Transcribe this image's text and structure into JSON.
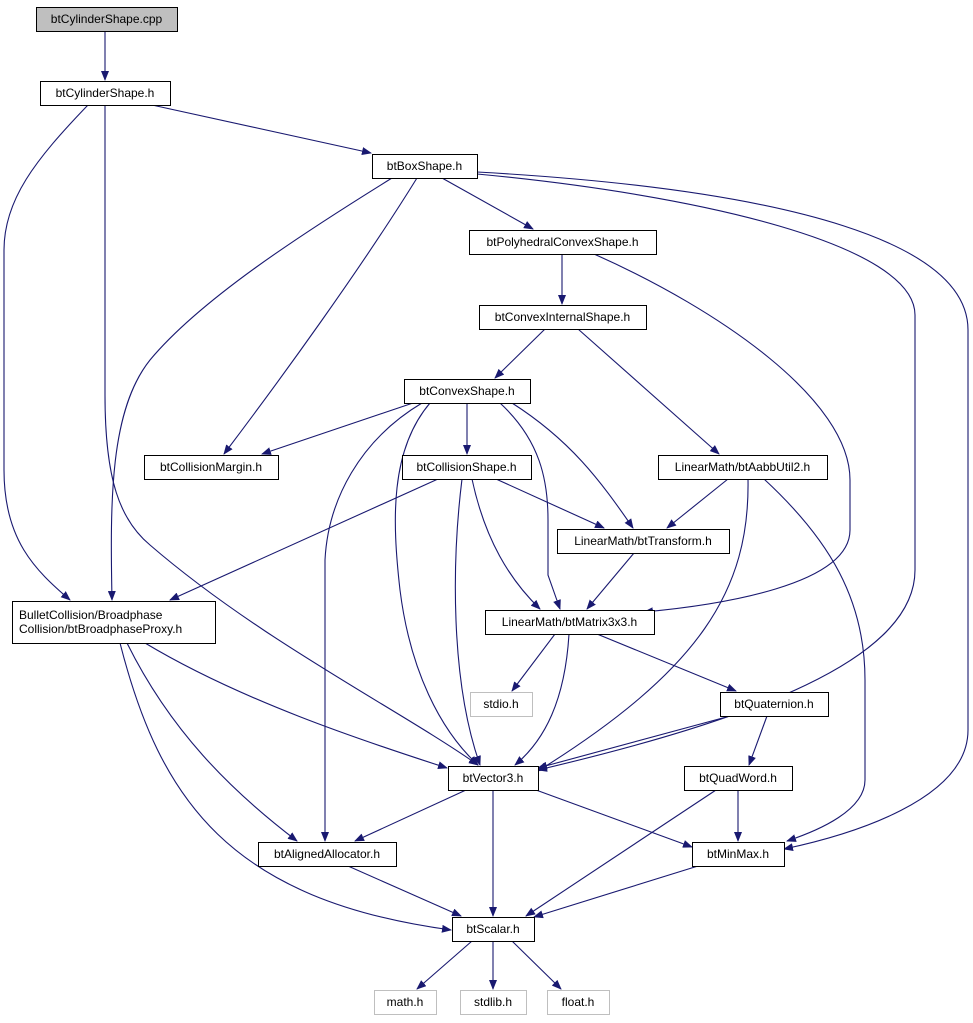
{
  "diagram": {
    "colors": {
      "edge": "#191970",
      "node_border": "#000000",
      "node_border_external": "#bfbfbf",
      "root_fill": "#bfbfbf",
      "node_fill": "#ffffff",
      "external_text": "#555555"
    },
    "nodes": [
      {
        "id": "btCylinderShape_cpp",
        "lines": [
          "btCylinderShape.cpp"
        ],
        "kind": "root"
      },
      {
        "id": "btCylinderShape_h",
        "lines": [
          "btCylinderShape.h"
        ],
        "kind": "normal"
      },
      {
        "id": "btBoxShape_h",
        "lines": [
          "btBoxShape.h"
        ],
        "kind": "normal"
      },
      {
        "id": "btPolyhedralConvexShape_h",
        "lines": [
          "btPolyhedralConvexShape.h"
        ],
        "kind": "normal"
      },
      {
        "id": "btConvexInternalShape_h",
        "lines": [
          "btConvexInternalShape.h"
        ],
        "kind": "normal"
      },
      {
        "id": "btConvexShape_h",
        "lines": [
          "btConvexShape.h"
        ],
        "kind": "normal"
      },
      {
        "id": "btCollisionMargin_h",
        "lines": [
          "btCollisionMargin.h"
        ],
        "kind": "normal"
      },
      {
        "id": "btCollisionShape_h",
        "lines": [
          "btCollisionShape.h"
        ],
        "kind": "normal"
      },
      {
        "id": "btAabbUtil2_h",
        "lines": [
          "LinearMath/btAabbUtil2.h"
        ],
        "kind": "normal"
      },
      {
        "id": "btTransform_h",
        "lines": [
          "LinearMath/btTransform.h"
        ],
        "kind": "normal"
      },
      {
        "id": "btBroadphaseProxy_h",
        "lines": [
          "BulletCollision/Broadphase",
          "Collision/btBroadphaseProxy.h"
        ],
        "kind": "normal"
      },
      {
        "id": "btMatrix3x3_h",
        "lines": [
          "LinearMath/btMatrix3x3.h"
        ],
        "kind": "normal"
      },
      {
        "id": "stdio_h",
        "lines": [
          "stdio.h"
        ],
        "kind": "external"
      },
      {
        "id": "btQuaternion_h",
        "lines": [
          "btQuaternion.h"
        ],
        "kind": "normal"
      },
      {
        "id": "btVector3_h",
        "lines": [
          "btVector3.h"
        ],
        "kind": "normal"
      },
      {
        "id": "btQuadWord_h",
        "lines": [
          "btQuadWord.h"
        ],
        "kind": "normal"
      },
      {
        "id": "btAlignedAllocator_h",
        "lines": [
          "btAlignedAllocator.h"
        ],
        "kind": "normal"
      },
      {
        "id": "btMinMax_h",
        "lines": [
          "btMinMax.h"
        ],
        "kind": "normal"
      },
      {
        "id": "btScalar_h",
        "lines": [
          "btScalar.h"
        ],
        "kind": "normal"
      },
      {
        "id": "math_h",
        "lines": [
          "math.h"
        ],
        "kind": "external"
      },
      {
        "id": "stdlib_h",
        "lines": [
          "stdlib.h"
        ],
        "kind": "external"
      },
      {
        "id": "float_h",
        "lines": [
          "float.h"
        ],
        "kind": "external"
      }
    ],
    "edges": [
      {
        "from": "btCylinderShape_cpp",
        "to": "btCylinderShape_h"
      },
      {
        "from": "btCylinderShape_h",
        "to": "btBoxShape_h"
      },
      {
        "from": "btCylinderShape_h",
        "to": "btBroadphaseProxy_h"
      },
      {
        "from": "btCylinderShape_h",
        "to": "btVector3_h"
      },
      {
        "from": "btBoxShape_h",
        "to": "btPolyhedralConvexShape_h"
      },
      {
        "from": "btBoxShape_h",
        "to": "btCollisionMargin_h"
      },
      {
        "from": "btBoxShape_h",
        "to": "btBroadphaseProxy_h"
      },
      {
        "from": "btBoxShape_h",
        "to": "btVector3_h"
      },
      {
        "from": "btBoxShape_h",
        "to": "btMinMax_h"
      },
      {
        "from": "btPolyhedralConvexShape_h",
        "to": "btConvexInternalShape_h"
      },
      {
        "from": "btPolyhedralConvexShape_h",
        "to": "btMatrix3x3_h"
      },
      {
        "from": "btConvexInternalShape_h",
        "to": "btConvexShape_h"
      },
      {
        "from": "btConvexInternalShape_h",
        "to": "btAabbUtil2_h"
      },
      {
        "from": "btConvexShape_h",
        "to": "btCollisionMargin_h"
      },
      {
        "from": "btConvexShape_h",
        "to": "btCollisionShape_h"
      },
      {
        "from": "btConvexShape_h",
        "to": "btTransform_h"
      },
      {
        "from": "btConvexShape_h",
        "to": "btMatrix3x3_h"
      },
      {
        "from": "btConvexShape_h",
        "to": "btVector3_h"
      },
      {
        "from": "btConvexShape_h",
        "to": "btAlignedAllocator_h"
      },
      {
        "from": "btCollisionShape_h",
        "to": "btTransform_h"
      },
      {
        "from": "btCollisionShape_h",
        "to": "btMatrix3x3_h"
      },
      {
        "from": "btCollisionShape_h",
        "to": "btVector3_h"
      },
      {
        "from": "btCollisionShape_h",
        "to": "btBroadphaseProxy_h"
      },
      {
        "from": "btAabbUtil2_h",
        "to": "btTransform_h"
      },
      {
        "from": "btAabbUtil2_h",
        "to": "btVector3_h"
      },
      {
        "from": "btAabbUtil2_h",
        "to": "btMinMax_h"
      },
      {
        "from": "btTransform_h",
        "to": "btMatrix3x3_h"
      },
      {
        "from": "btMatrix3x3_h",
        "to": "stdio_h"
      },
      {
        "from": "btMatrix3x3_h",
        "to": "btVector3_h"
      },
      {
        "from": "btMatrix3x3_h",
        "to": "btQuaternion_h"
      },
      {
        "from": "btBroadphaseProxy_h",
        "to": "btVector3_h"
      },
      {
        "from": "btBroadphaseProxy_h",
        "to": "btAlignedAllocator_h"
      },
      {
        "from": "btBroadphaseProxy_h",
        "to": "btScalar_h"
      },
      {
        "from": "btQuaternion_h",
        "to": "btVector3_h"
      },
      {
        "from": "btQuaternion_h",
        "to": "btQuadWord_h"
      },
      {
        "from": "btQuadWord_h",
        "to": "btMinMax_h"
      },
      {
        "from": "btQuadWord_h",
        "to": "btScalar_h"
      },
      {
        "from": "btVector3_h",
        "to": "btAlignedAllocator_h"
      },
      {
        "from": "btVector3_h",
        "to": "btScalar_h"
      },
      {
        "from": "btVector3_h",
        "to": "btMinMax_h"
      },
      {
        "from": "btAlignedAllocator_h",
        "to": "btScalar_h"
      },
      {
        "from": "btMinMax_h",
        "to": "btScalar_h"
      },
      {
        "from": "btScalar_h",
        "to": "math_h"
      },
      {
        "from": "btScalar_h",
        "to": "stdlib_h"
      },
      {
        "from": "btScalar_h",
        "to": "float_h"
      }
    ]
  }
}
